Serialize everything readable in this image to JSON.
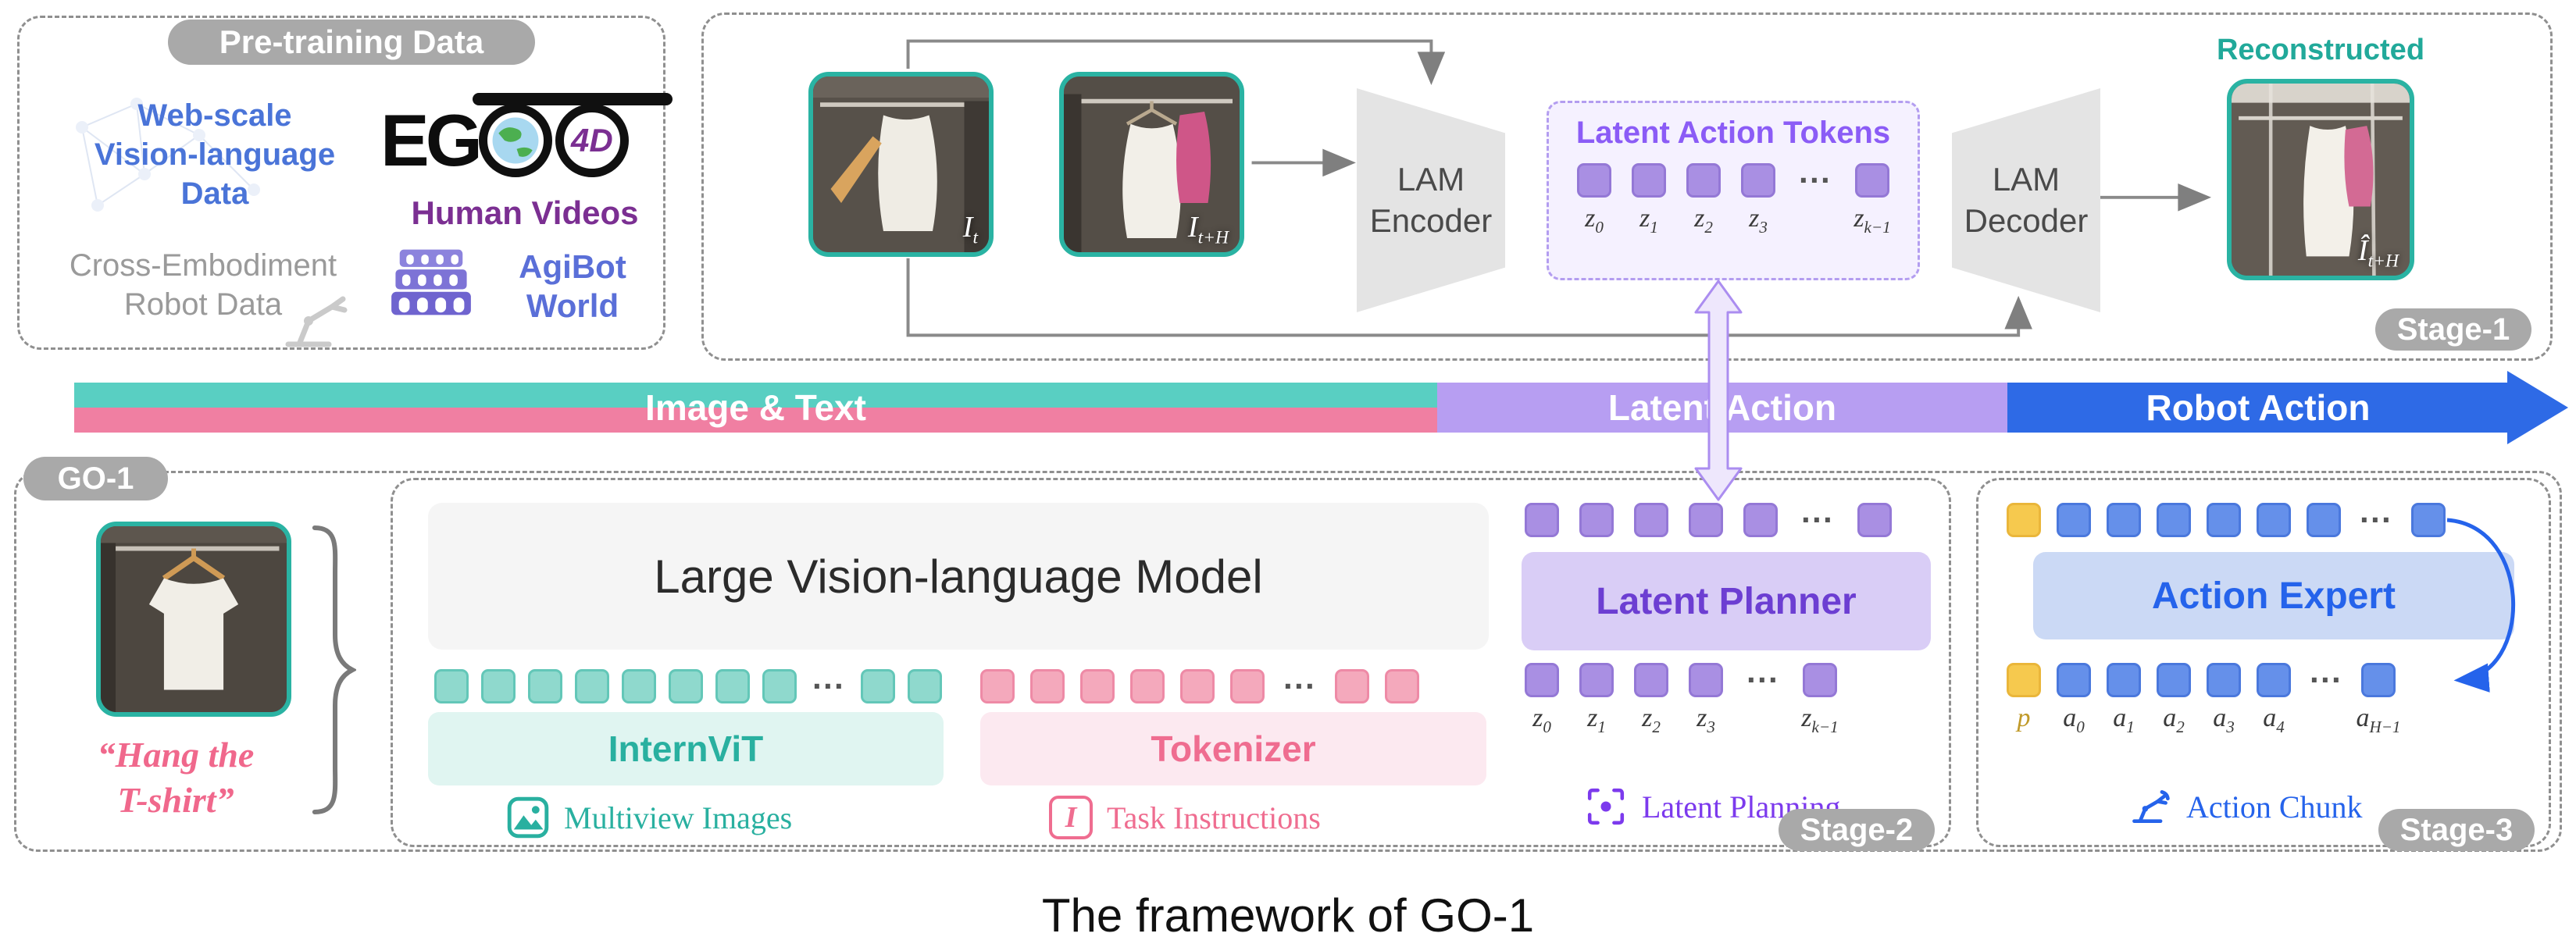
{
  "pretraining": {
    "title": "Pre-training Data",
    "web_scale": "Web-scale\nVision-language\nData",
    "ego": "EG",
    "ego_4d": "4D",
    "human_videos": "Human Videos",
    "cross_embodiment": "Cross-Embodiment\nRobot Data",
    "agibot_world": "AgiBot\nWorld"
  },
  "stage1": {
    "badge": "Stage-1",
    "lam_encoder": "LAM\nEncoder",
    "lam_decoder": "LAM\nDecoder",
    "latent_tokens_title": "Latent Action Tokens",
    "reconstructed": "Reconstructed",
    "img1_label": {
      "b": "I",
      "s": "t"
    },
    "img2_label": {
      "b": "I",
      "s": "t+H"
    },
    "img3_label": {
      "b": "Î",
      "s": "t+H"
    },
    "z": [
      {
        "b": "z",
        "s": "0"
      },
      {
        "b": "z",
        "s": "1"
      },
      {
        "b": "z",
        "s": "2"
      },
      {
        "b": "z",
        "s": "3"
      },
      {
        "b": "z",
        "s": "k−1"
      }
    ],
    "dots": "···"
  },
  "flow": {
    "image_text": "Image & Text",
    "latent_action": "Latent Action",
    "robot_action": "Robot Action"
  },
  "go1": {
    "badge": "GO-1",
    "instruction": "“Hang the\nT-shirt”"
  },
  "stage2": {
    "badge": "Stage-2",
    "vlm": "Large Vision-language Model",
    "internvit": "InternViT",
    "tokenizer": "Tokenizer",
    "multiview": "Multiview Images",
    "task_instructions": "Task Instructions",
    "task_icon_letter": "I",
    "latent_planner": "Latent Planner",
    "latent_planning": "Latent Planning",
    "z": [
      {
        "b": "z",
        "s": "0"
      },
      {
        "b": "z",
        "s": "1"
      },
      {
        "b": "z",
        "s": "2"
      },
      {
        "b": "z",
        "s": "3"
      },
      {
        "b": "z",
        "s": "k−1"
      }
    ],
    "dots": "···"
  },
  "stage3": {
    "badge": "Stage-3",
    "action_expert": "Action Expert",
    "action_chunk": "Action Chunk",
    "p": {
      "b": "p",
      "s": ""
    },
    "a": [
      {
        "b": "a",
        "s": "0"
      },
      {
        "b": "a",
        "s": "1"
      },
      {
        "b": "a",
        "s": "2"
      },
      {
        "b": "a",
        "s": "3"
      },
      {
        "b": "a",
        "s": "4"
      },
      {
        "b": "a",
        "s": "H−1"
      }
    ],
    "dots": "···"
  },
  "caption": "The framework of GO-1",
  "colors": {
    "teal": "#29b0a0",
    "pink": "#ef6d90",
    "purple": "#7c4fd4",
    "blue": "#2563eb",
    "yellow": "#f2c04a",
    "badge_gray": "#a9a9a9"
  }
}
